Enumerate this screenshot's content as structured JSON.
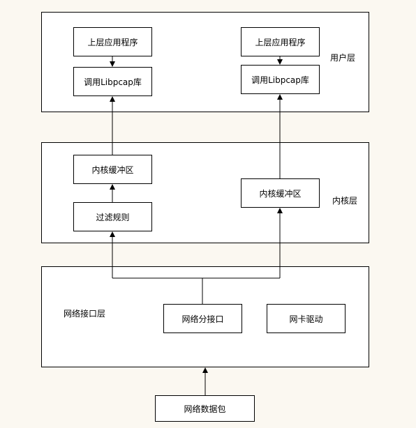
{
  "layers": {
    "user": {
      "label": "用户层"
    },
    "kernel": {
      "label": "内核层"
    },
    "network": {
      "label": "网络接口层"
    }
  },
  "boxes": {
    "app_left": "上层应用程序",
    "app_right": "上层应用程序",
    "libpcap_left": "调用Libpcap库",
    "libpcap_right": "调用Libpcap库",
    "buffer_left": "内核缓冲区",
    "filter_left": "过滤规则",
    "buffer_right": "内核缓冲区",
    "net_tap": "网络分接口",
    "nic_driver": "网卡驱动",
    "packets": "网络数据包"
  }
}
